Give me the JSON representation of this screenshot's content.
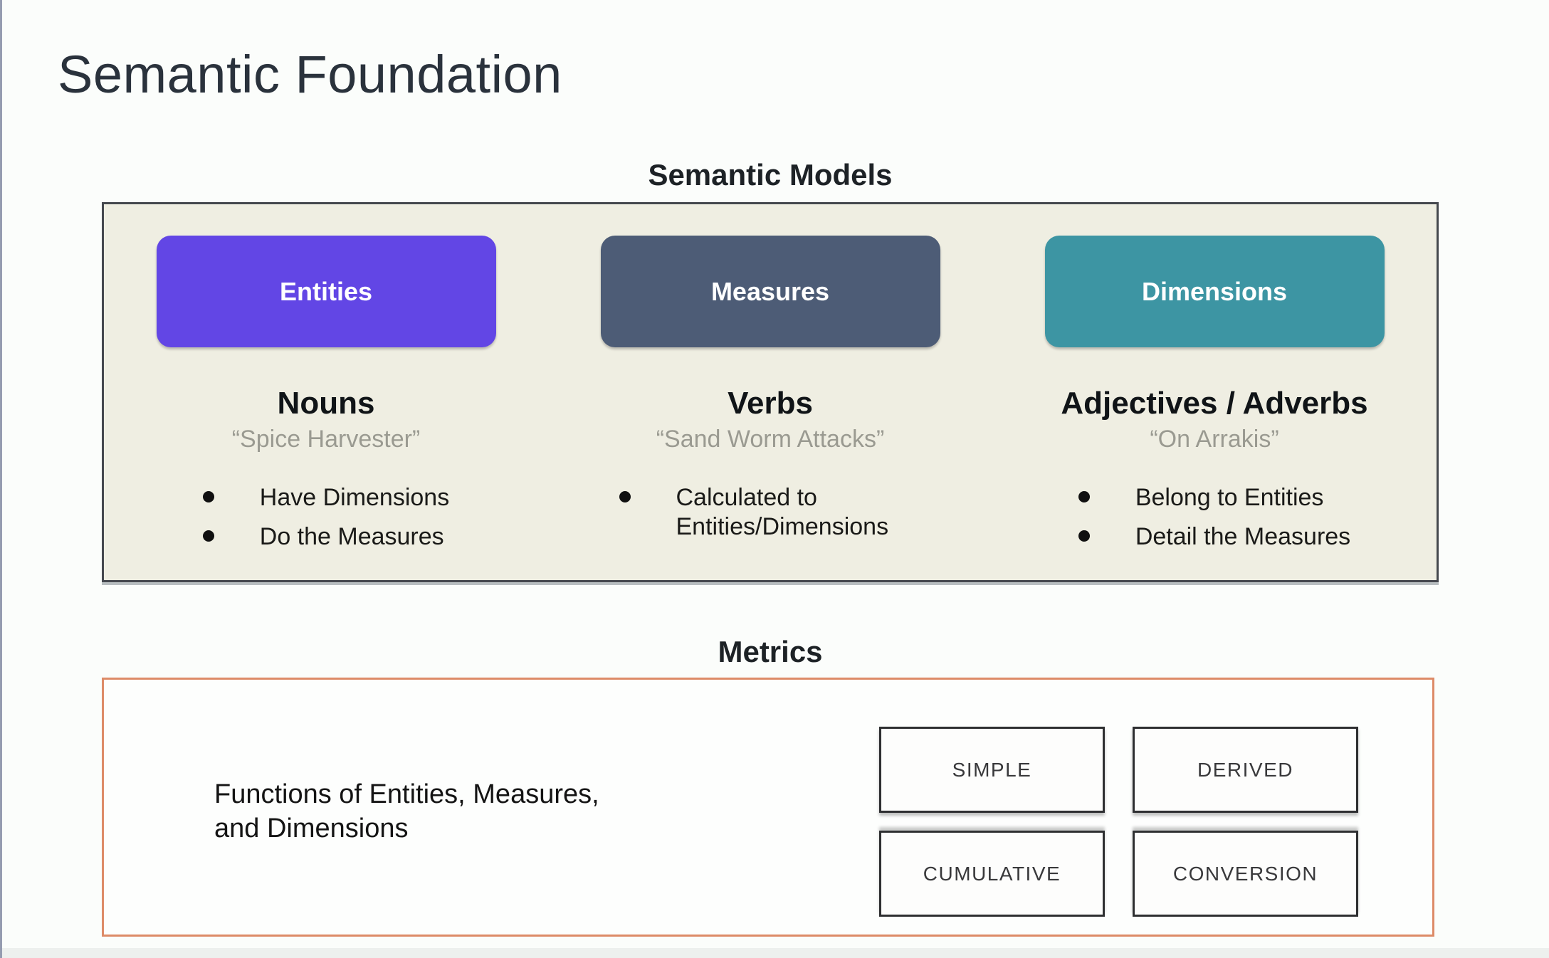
{
  "page": {
    "title": "Semantic Foundation"
  },
  "semantic_models": {
    "heading": "Semantic Models",
    "panel_background": "#efeee2",
    "panel_border_color": "#45484e",
    "columns": [
      {
        "button": "Entities",
        "button_color": "#6246e5",
        "role": "Nouns",
        "example": "“Spice Harvester”",
        "bullets": [
          "Have Dimensions",
          "Do the Measures"
        ]
      },
      {
        "button": "Measures",
        "button_color": "#4d5c76",
        "role": "Verbs",
        "example": "“Sand Worm Attacks”",
        "bullets": [
          "Calculated to Entities/Dimensions"
        ]
      },
      {
        "button": "Dimensions",
        "button_color": "#3d95a3",
        "role": "Adjectives / Adverbs",
        "example": "“On Arrakis”",
        "bullets": [
          "Belong to Entities",
          "Detail the Measures"
        ]
      }
    ]
  },
  "metrics": {
    "heading": "Metrics",
    "panel_border_color": "#dd8b67",
    "description": "Functions of Entities, Measures,\nand Dimensions",
    "types": [
      "SIMPLE",
      "DERIVED",
      "CUMULATIVE",
      "CONVERSION"
    ]
  }
}
